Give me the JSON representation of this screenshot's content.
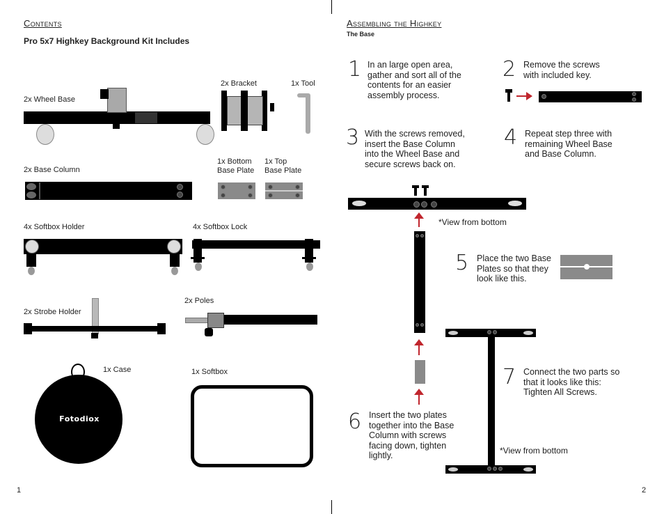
{
  "left_page": {
    "heading": "Contents",
    "subheading": "Pro 5x7 Highkey Background Kit Includes",
    "items": {
      "wheel_base": "2x Wheel Base",
      "bracket": "2x Bracket",
      "tool": "1x Tool",
      "base_column": "2x Base Column",
      "bottom_plate_1": "1x Bottom",
      "bottom_plate_2": "Base Plate",
      "top_plate_1": "1x Top",
      "top_plate_2": "Base Plate",
      "softbox_holder": "4x Softbox Holder",
      "softbox_lock": "4x Softbox Lock",
      "strobe_holder": "2x Strobe Holder",
      "poles": "2x Poles",
      "case": "1x Case",
      "softbox": "1x Softbox"
    },
    "case_logo": "Fotodiox",
    "page_number": "1"
  },
  "right_page": {
    "heading": "Assembling the Highkey",
    "subheading": "The Base",
    "steps": [
      {
        "num": "1",
        "text": "In an large open area, gather and sort all of the contents for an easier assembly process."
      },
      {
        "num": "2",
        "text": "Remove the screws with included key."
      },
      {
        "num": "3",
        "text": "With the screws removed, insert the Base Column into the Wheel Base and secure screws back on."
      },
      {
        "num": "4",
        "text": "Repeat step three with remaining Wheel Base and Base Column."
      },
      {
        "num": "5",
        "text": "Place the two Base Plates so that they look like this."
      },
      {
        "num": "6",
        "text": "Insert the two plates together into the Base Column with screws facing down, tighten lightly."
      },
      {
        "num": "7",
        "text": "Connect the two parts so that it looks like this: Tighten All Screws."
      }
    ],
    "note_1": "*View from bottom",
    "note_2": "*View from bottom",
    "page_number": "2"
  },
  "colors": {
    "accent_red": "#c0262d",
    "part_black": "#000000",
    "plate_gray": "#8a8a8a"
  }
}
